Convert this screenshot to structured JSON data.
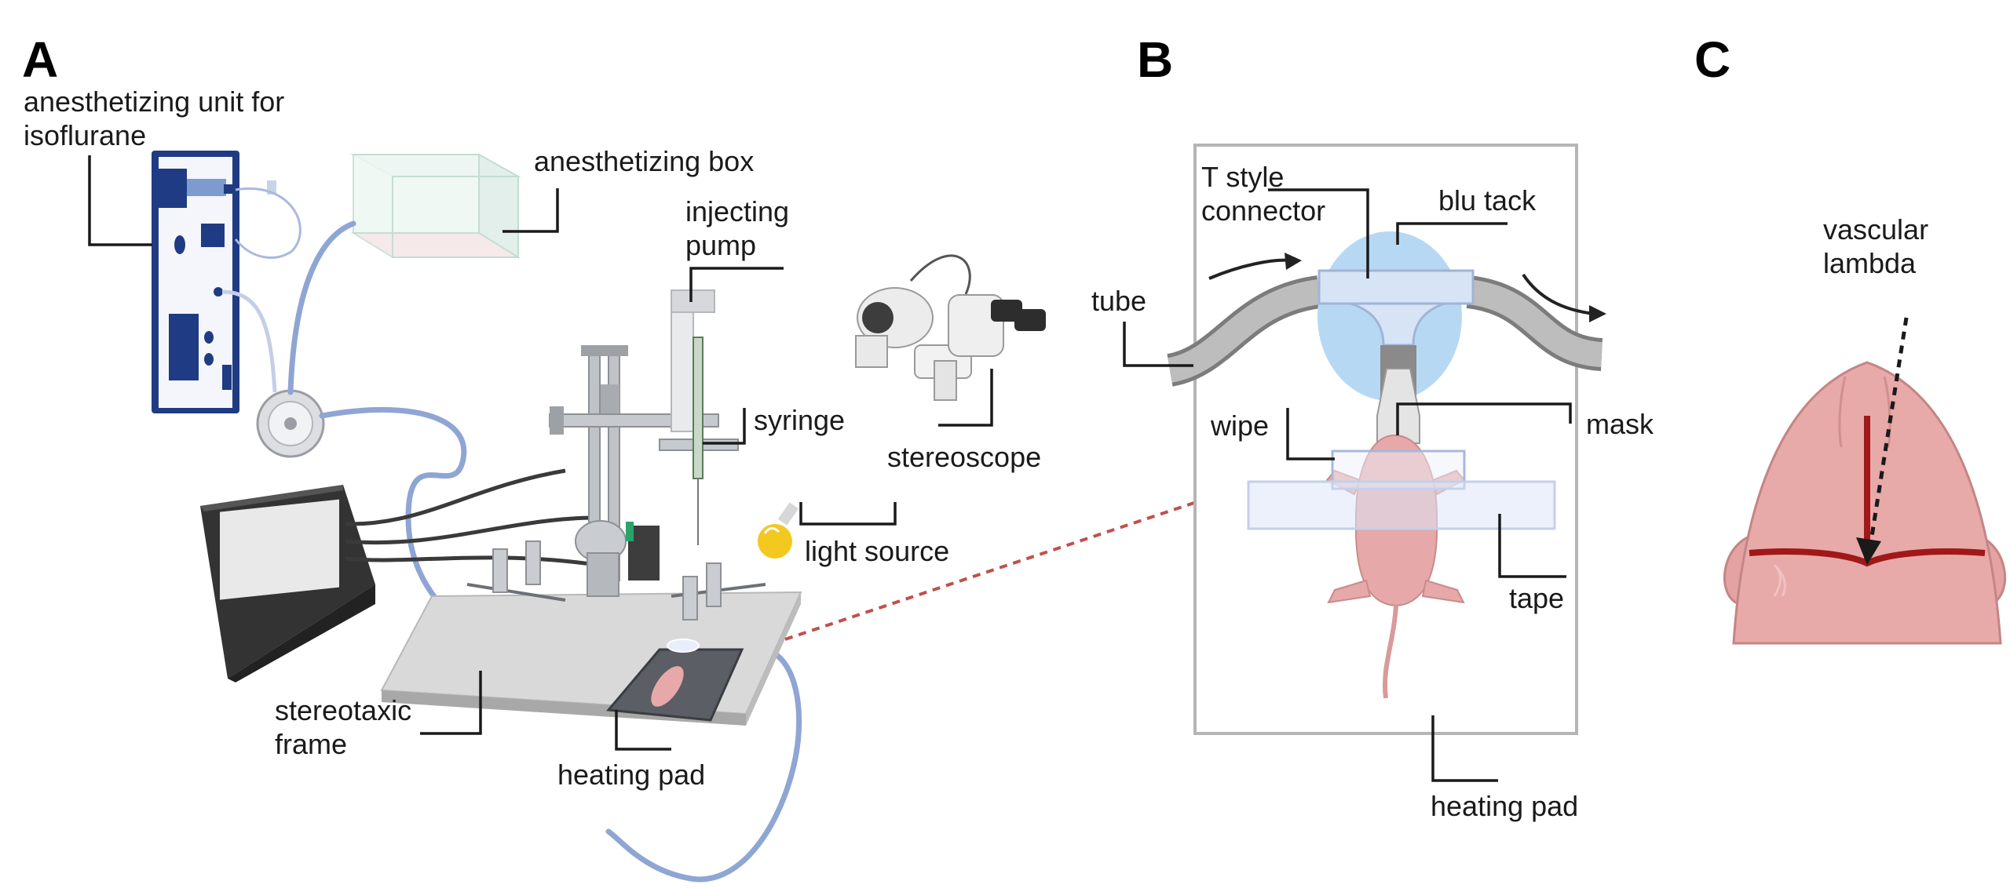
{
  "panels": {
    "a": "A",
    "b": "B",
    "c": "C"
  },
  "panel_a": {
    "labels": {
      "anesthetizing_unit_l1": "anesthetizing unit for",
      "anesthetizing_unit_l2": "isoflurane",
      "anesthetizing_box": "anesthetizing box",
      "injecting_pump_l1": "injecting",
      "injecting_pump_l2": "pump",
      "syringe": "syringe",
      "stereoscope": "stereoscope",
      "light_source": "light source",
      "stereotaxic_frame_l1": "stereotaxic",
      "stereotaxic_frame_l2": "frame",
      "heating_pad": "heating pad"
    }
  },
  "panel_b": {
    "labels": {
      "t_style_connector_l1": "T style",
      "t_style_connector_l2": "connector",
      "blu_tack": "blu tack",
      "tube": "tube",
      "wipe": "wipe",
      "mask": "mask",
      "tape": "tape",
      "heating_pad": "heating pad"
    }
  },
  "panel_c": {
    "labels": {
      "vascular_lambda_l1": "vascular",
      "vascular_lambda_l2": "lambda"
    }
  },
  "colors": {
    "tubing": "#8fa5d4",
    "device_navy": "#1f3b83",
    "mouse_pink": "#e6a8a8",
    "skull_pink": "#e4a2a2",
    "vessel_red": "#a01818",
    "blu_tack_blue": "#b7d8f3",
    "arrow_red": "#c0504d",
    "bulb_yellow": "#f3c81f"
  }
}
